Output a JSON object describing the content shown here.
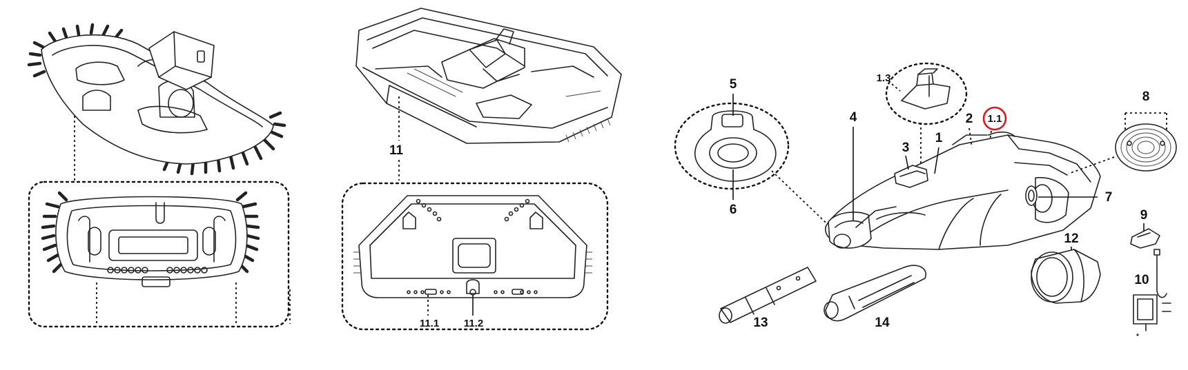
{
  "callouts": {
    "c1": "1",
    "c1_1": "1.1",
    "c1_3": "1.3",
    "c2": "2",
    "c3": "3",
    "c4": "4",
    "c5": "5",
    "c6": "6",
    "c7": "7",
    "c8": "8",
    "c9": "9",
    "c10": "10",
    "c11": "11",
    "c11_1": "11.1",
    "c11_2": "11.2",
    "c12": "12",
    "c13": "13",
    "c14": "14"
  },
  "highlight": {
    "callout": "1.1",
    "color": "#e0161e"
  },
  "colors": {
    "line": "#222222",
    "background": "#ffffff"
  }
}
